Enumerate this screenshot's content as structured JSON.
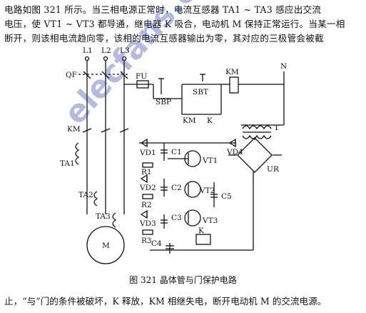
{
  "paragraph": {
    "line1": "电路如图 321 所示。当三相电源正常时，电流互感器 TA1 ~ TA3 感应出交流",
    "line2": "电压，使 VT1 ~ VT3 都导通，继电器 K 吸合，电动机 M 保持正常运行。当某一相",
    "line3": "断开，则该相电流趋向零，该相的电流互感器输出为零，其对应的三极管会被截"
  },
  "caption": "图 321   晶体管与门保护电路",
  "tail": "止，“与”门的条件被破坏，K 释放，KM 相继失电，断开电动机 M 的交流电源。",
  "watermark": "elecfans.com",
  "labels": {
    "L1": "L1",
    "L2": "L2",
    "L3": "L3",
    "QF": "QF",
    "FU": "FU",
    "SBP": "SBP",
    "SBT": "SBT",
    "KM_coil": "KM",
    "N": "N",
    "KM_contact": "KM",
    "K_contact": "K",
    "KM_main": "KM",
    "T": "T",
    "TA1": "TA1",
    "TA2": "TA2",
    "TA3": "TA3",
    "VD1": "VD1",
    "VD2": "VD2",
    "VD3": "VD3",
    "VD4": "VD4",
    "R1": "R1",
    "R2": "R2",
    "R3": "R3",
    "C1": "C1",
    "C2": "C2",
    "C3": "C3",
    "C4": "C4",
    "C5": "C5",
    "VT1": "VT1",
    "VT2": "VT2",
    "VT3": "VT3",
    "UR": "UR",
    "K_relay": "K",
    "M": "M"
  }
}
